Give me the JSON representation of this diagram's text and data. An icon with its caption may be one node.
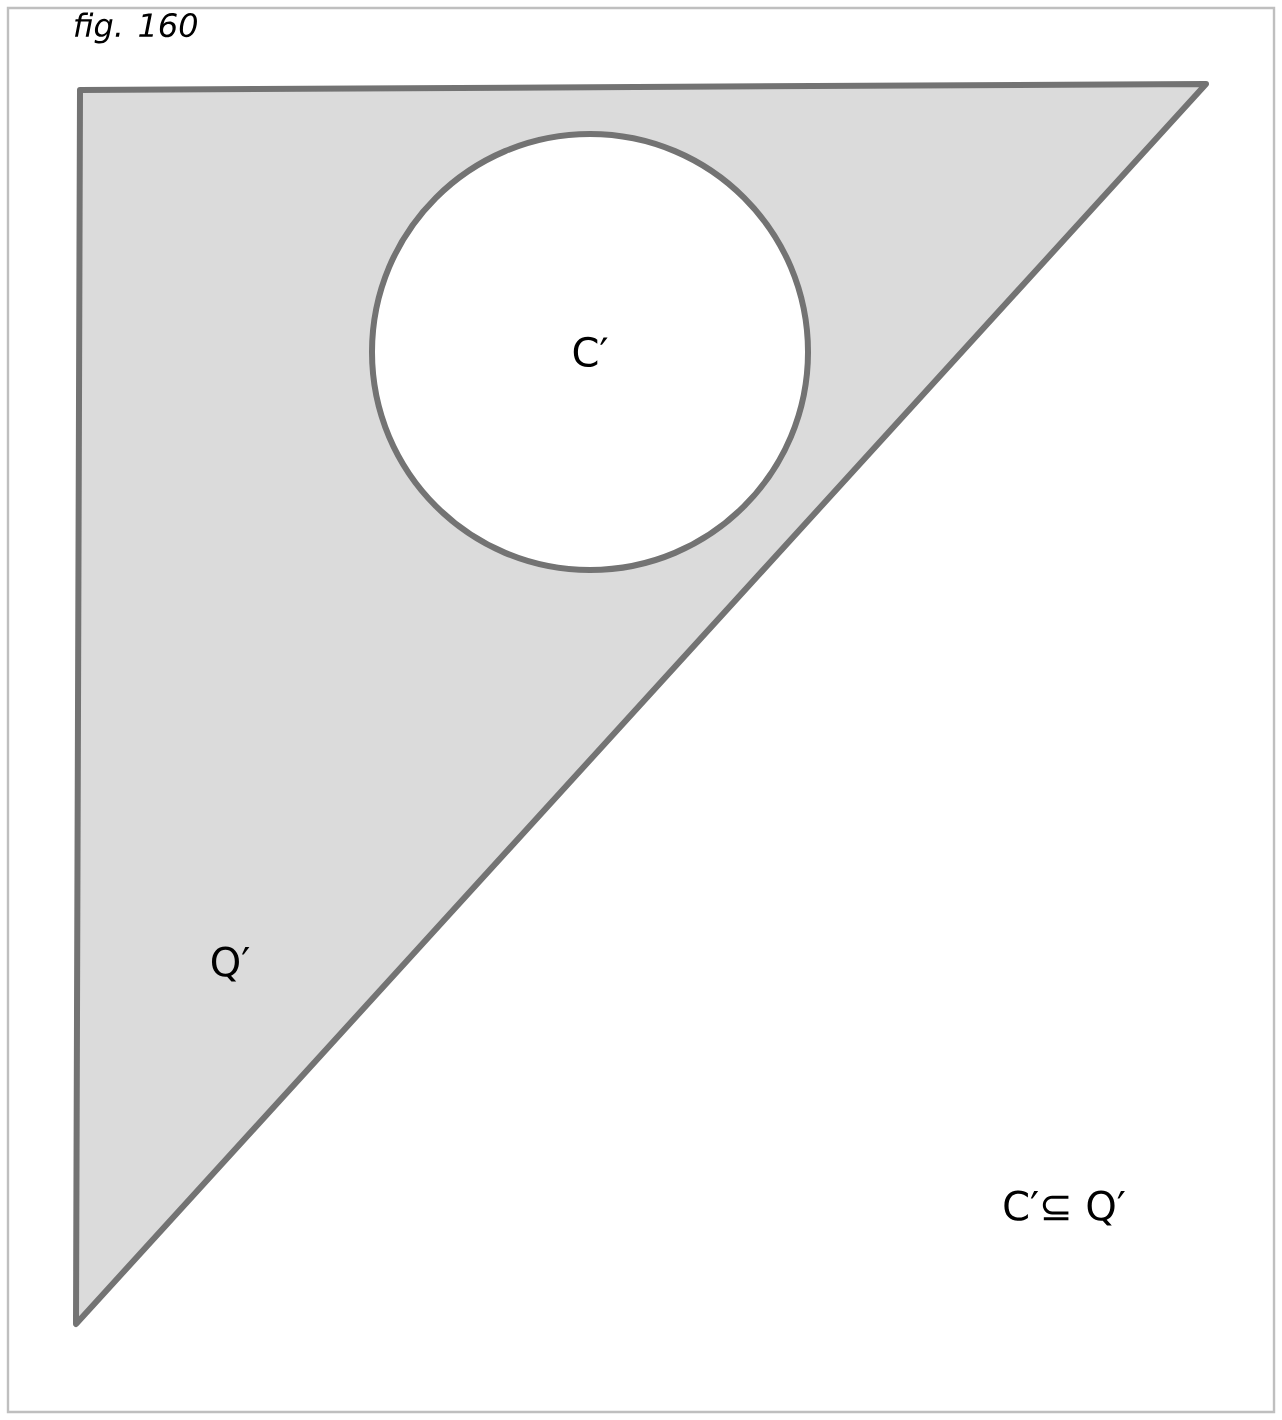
{
  "diagram": {
    "nodes": [
      {
        "text": [
          "Q′"
        ]
      },
      {
        "text": [
          "C′"
        ],
        "in": 0
      }
    ],
    "labels": [
      "fig. 160",
      "C′⊆ Q′"
    ]
  }
}
